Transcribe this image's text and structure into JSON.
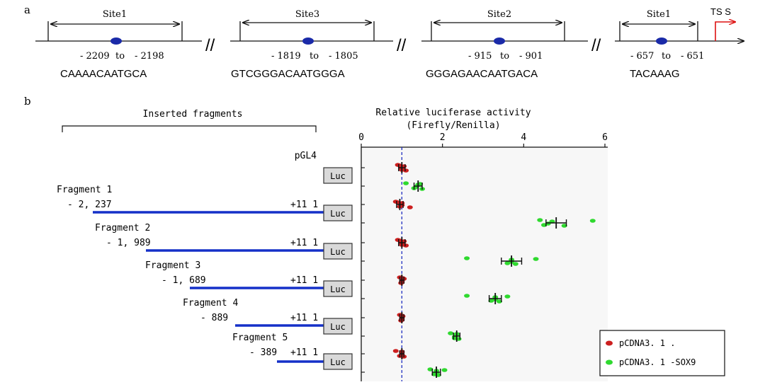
{
  "panel_a": {
    "label": "a",
    "sites": [
      {
        "name": "Site1",
        "range_start": "- 2209",
        "to": "to",
        "range_end": "- 2198",
        "sequence": "CAAAACAATGCA"
      },
      {
        "name": "Site3",
        "range_start": "- 1819",
        "to": "to",
        "range_end": "- 1805",
        "sequence": "GTCGGGACAATGGGA"
      },
      {
        "name": "Site2",
        "range_start": "- 915",
        "to": "to",
        "range_end": "- 901",
        "sequence": "GGGAGAACAATGACA"
      },
      {
        "name": "Site1",
        "range_start": "- 657",
        "to": "to",
        "range_end": "- 651",
        "sequence": "TACAAAG"
      }
    ],
    "tss_label": "TS S",
    "break_symbol": "//"
  },
  "panel_b": {
    "label": "b",
    "inserted_fragments_title": "Inserted fragments",
    "chart_title_line1": "Relative luciferase activity",
    "chart_title_line2": "(Firefly/Renilla)",
    "pgl4_label": "pGL4",
    "luc_label": "Luc",
    "constructs": [
      {
        "name": "",
        "start": "",
        "end": "",
        "fragment_length": 0
      },
      {
        "name": "Fragment 1",
        "start": "- 2, 237",
        "end": "+11 1",
        "fragment_length": 2348
      },
      {
        "name": "Fragment 2",
        "start": "- 1, 989",
        "end": "+11 1",
        "fragment_length": 2100
      },
      {
        "name": "Fragment 3",
        "start": "- 1, 689",
        "end": "+11 1",
        "fragment_length": 1800
      },
      {
        "name": "Fragment 4",
        "start": "- 889",
        "end": "+11 1",
        "fragment_length": 1000
      },
      {
        "name": "Fragment 5",
        "start": "- 389",
        "end": "+11 1",
        "fragment_length": 500
      }
    ],
    "legend": [
      {
        "label": "pCDNA3. 1  .",
        "color": "#cc1f1f"
      },
      {
        "label": "pCDNA3. 1  -SOX9",
        "color": "#2fd92f"
      }
    ]
  },
  "chart_data": {
    "type": "scatter",
    "title": "Relative luciferase activity",
    "subtitle": "(Firefly/Renilla)",
    "xlim": [
      0,
      6
    ],
    "x_ticks": [
      0,
      2,
      4,
      6
    ],
    "reference_line": 1,
    "categories": [
      "pGL4",
      "Fragment 1",
      "Fragment 2",
      "Fragment 3",
      "Fragment 4",
      "Fragment 5"
    ],
    "series": [
      {
        "name": "pCDNA3. 1  .",
        "color": "#cc1f1f",
        "means": [
          1.0,
          0.95,
          1.0,
          1.0,
          1.0,
          1.0
        ],
        "errors": [
          0.08,
          0.08,
          0.08,
          0.05,
          0.05,
          0.05
        ],
        "points": [
          [
            0.9,
            1.0,
            1.05,
            1.1,
            0.95,
            1.0
          ],
          [
            0.85,
            0.95,
            1.0,
            1.2,
            0.9,
            1.0
          ],
          [
            0.9,
            1.0,
            1.05,
            1.1,
            0.95,
            1.0
          ],
          [
            0.95,
            1.0,
            1.05,
            0.98,
            1.02,
            1.0
          ],
          [
            0.95,
            1.0,
            1.02,
            0.98,
            1.0,
            1.0
          ],
          [
            0.85,
            0.95,
            1.0,
            1.05,
            1.0,
            1.0
          ]
        ]
      },
      {
        "name": "pCDNA3. 1  -SOX9",
        "color": "#2fd92f",
        "means": [
          1.4,
          4.8,
          3.7,
          3.3,
          2.35,
          1.85
        ],
        "errors": [
          0.1,
          0.25,
          0.25,
          0.15,
          0.08,
          0.1
        ],
        "points": [
          [
            1.1,
            1.3,
            1.4,
            1.5,
            1.45,
            1.35
          ],
          [
            4.4,
            4.5,
            4.7,
            5.0,
            5.7,
            4.6
          ],
          [
            2.6,
            3.6,
            3.7,
            3.8,
            4.3,
            3.7
          ],
          [
            2.6,
            3.2,
            3.3,
            3.4,
            3.6,
            3.3
          ],
          [
            2.2,
            2.3,
            2.35,
            2.4,
            2.35,
            2.3
          ],
          [
            1.7,
            1.8,
            1.85,
            1.9,
            2.05,
            1.85
          ]
        ]
      }
    ]
  }
}
